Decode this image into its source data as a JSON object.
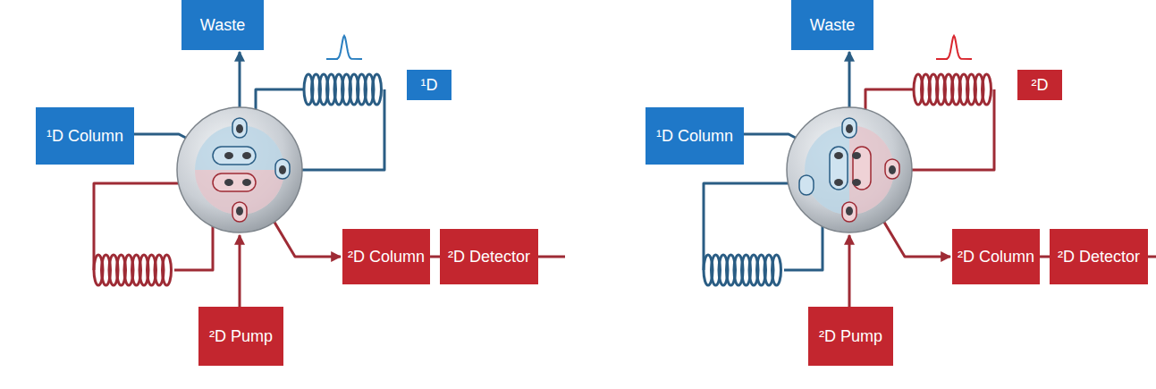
{
  "diagram": {
    "nodes": [
      {
        "text": [
          "Waste"
        ]
      },
      {
        "text": [
          "¹D"
        ]
      },
      {
        "text": [
          "¹D Column"
        ]
      },
      {
        "text": [
          "²D Column"
        ]
      },
      {
        "text": [
          "²D Detector"
        ]
      },
      {
        "text": [
          "²D Pump"
        ]
      },
      {
        "text": [
          "Waste"
        ]
      },
      {
        "text": [
          "²D"
        ]
      },
      {
        "text": [
          "¹D Column"
        ]
      },
      {
        "text": [
          "²D Column"
        ]
      },
      {
        "text": [
          "²D Detector"
        ]
      },
      {
        "text": [
          "²D Pump"
        ]
      }
    ],
    "edges": [
      {
        "from": 3,
        "to": 4,
        "arrow": "none"
      },
      {
        "from": 9,
        "to": 10,
        "arrow": "none"
      }
    ]
  }
}
